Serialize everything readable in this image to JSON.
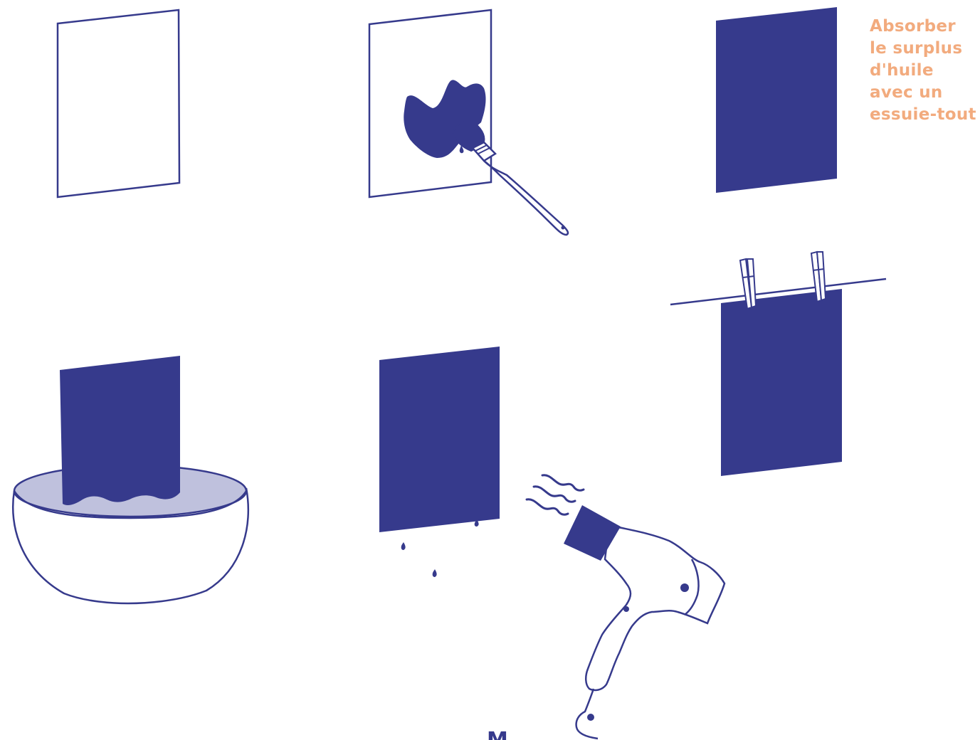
{
  "colors": {
    "ink": "#363a8c",
    "water": "#bfc1dd",
    "caption": "#f2ab7e",
    "paper": "#ffffff"
  },
  "steps": [
    {
      "name": "blank-paper"
    },
    {
      "name": "paint-with-brush"
    },
    {
      "name": "painted-sheet"
    },
    {
      "name": "soak-in-bowl"
    },
    {
      "name": "dripping-sheet-with-hair-dryer"
    },
    {
      "name": "hang-on-line-with-clothespins"
    }
  ],
  "caption": {
    "lines": [
      "Absorber",
      "le surplus",
      "d'huile",
      "avec un",
      "essuie-tout"
    ]
  },
  "cut_caption": {
    "text": "M"
  }
}
